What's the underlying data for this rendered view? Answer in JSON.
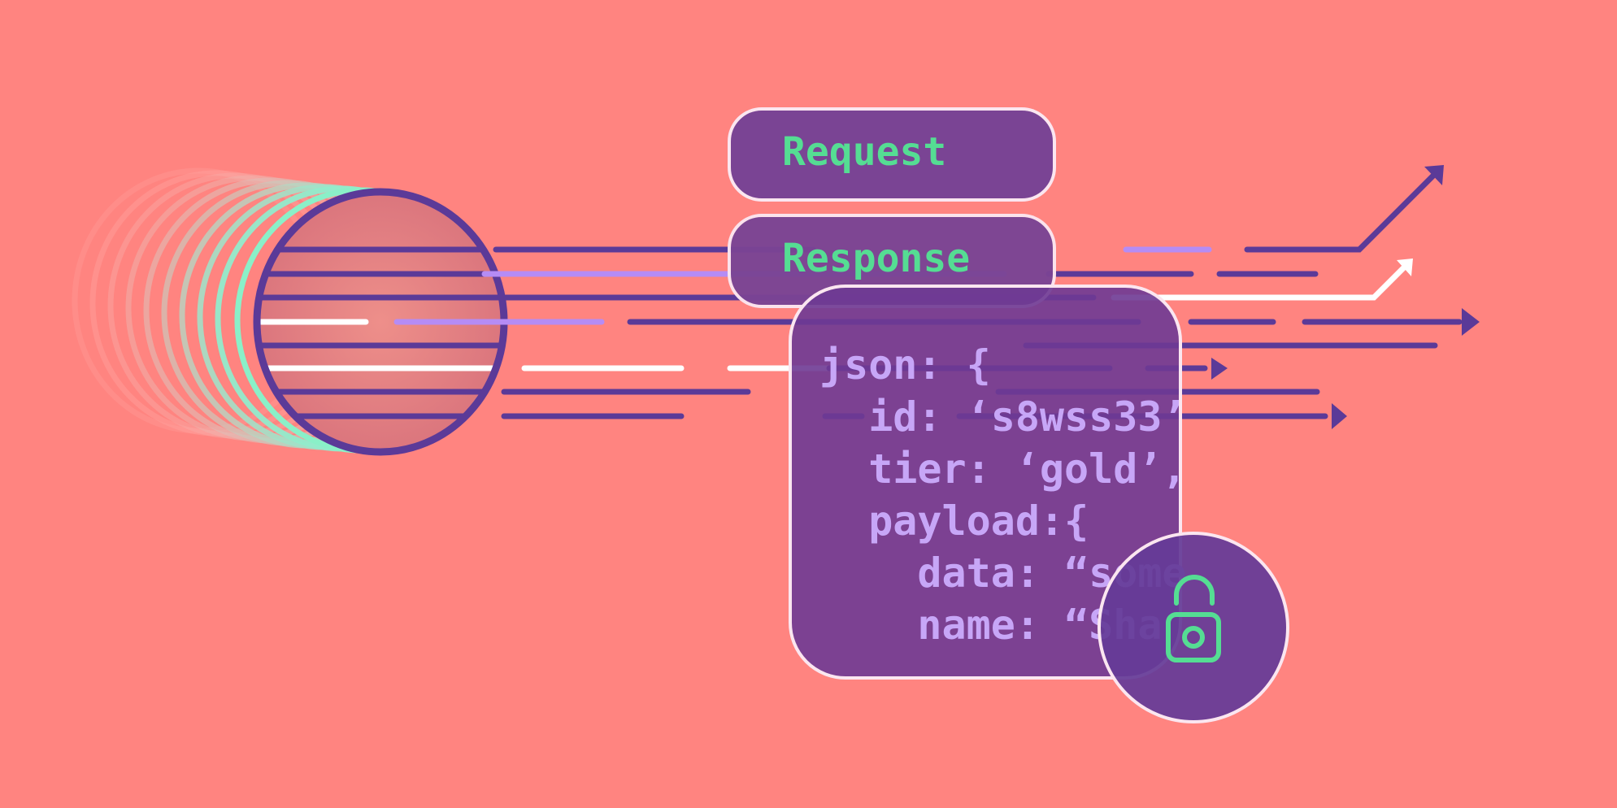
{
  "colors": {
    "background": "#FF8480",
    "purple": "#5B3A98",
    "panel": "#7A4494",
    "lavender": "#B58CF5",
    "code_text": "#C7A6F7",
    "green": "#55DD93",
    "mint": "#8AF0C8",
    "white": "#FFFFFF"
  },
  "pills": {
    "request_label": "Request",
    "response_label": "Response"
  },
  "code": {
    "line1": "json: {",
    "line2": "  id: ‘s8wss33’",
    "line3": "  tier: ‘gold’,",
    "line4": "  payload:{",
    "line5": "    data: “some",
    "line6": "    name: “Sha"
  },
  "icons": {
    "lock": "unlocked-padlock-icon",
    "tunnel": "cylinder-tunnel-icon"
  }
}
